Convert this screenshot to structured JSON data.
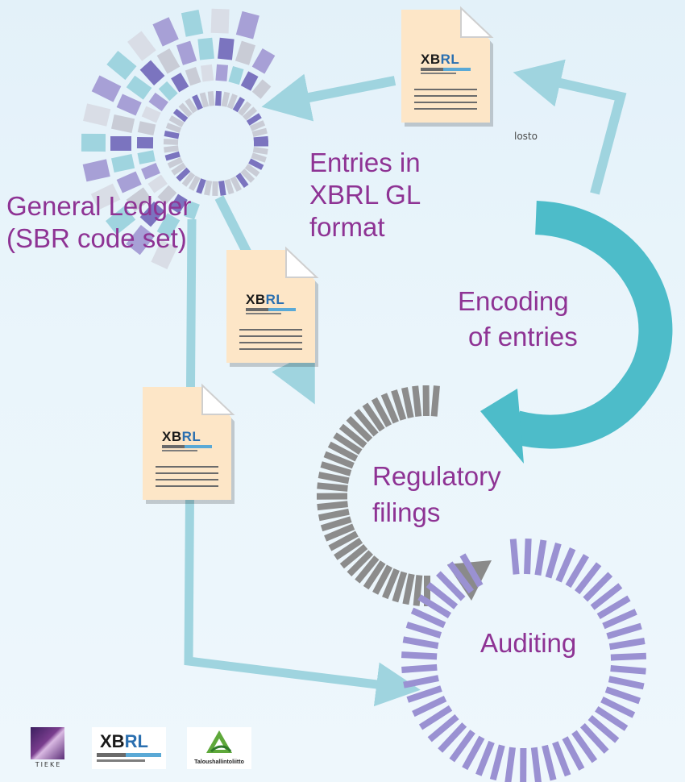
{
  "labels": {
    "general_ledger": "General Ledger",
    "sbr_code_set": "(SBR code set)",
    "entries_line1": "Entries in",
    "entries_line2": "XBRL GL",
    "entries_line3": "format",
    "encoding_line1": "Encoding",
    "encoding_line2": "of entries",
    "regulatory_line1": "Regulatory",
    "regulatory_line2": "filings",
    "auditing": "Auditing",
    "partial_text": "losto"
  },
  "documents": [
    {
      "logo_x": "XB",
      "logo_rl": "RL"
    },
    {
      "logo_x": "XB",
      "logo_rl": "RL"
    },
    {
      "logo_x": "XB",
      "logo_rl": "RL"
    }
  ],
  "footer": {
    "tieke_text": "TIEKE",
    "xbrl_x": "XB",
    "xbrl_rl": "RL",
    "taloushallinto_text": "Taloushallintoliitto"
  },
  "colors": {
    "label_purple": "#8e3394",
    "teal": "#4dbcc9",
    "light_teal": "#9fd4df",
    "lavender": "#a7a0d6",
    "gray_dash": "#8c8c8c",
    "doc_fill": "#fde6c7"
  }
}
